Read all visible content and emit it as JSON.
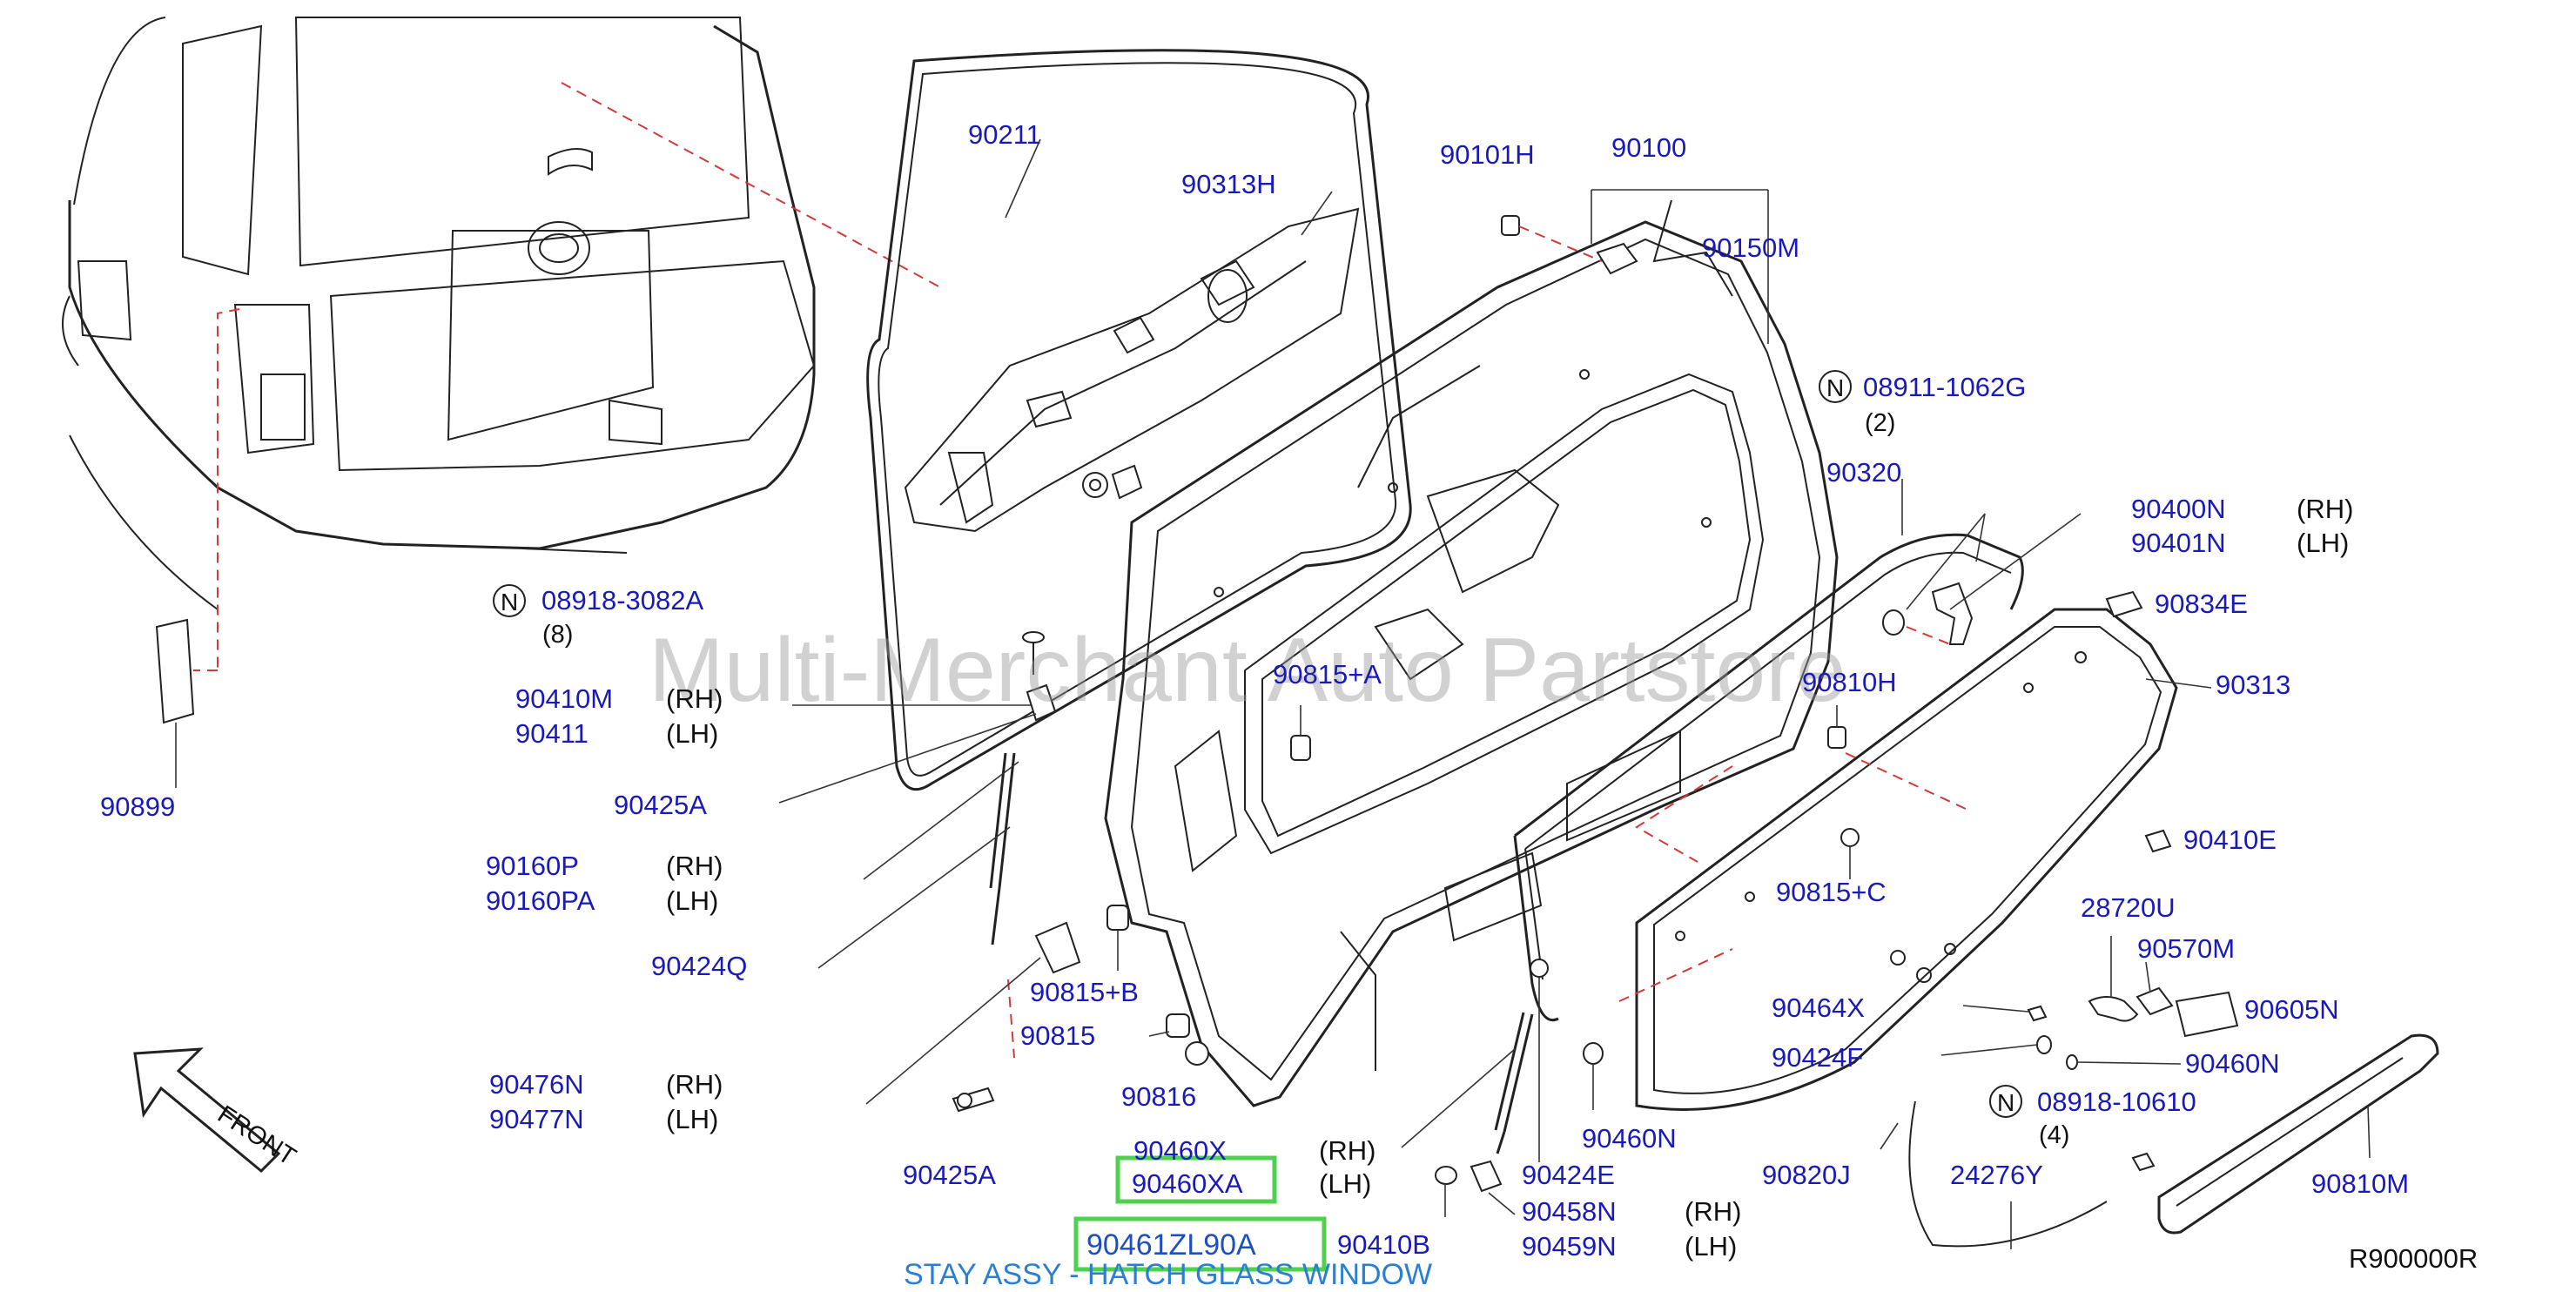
{
  "labels": {
    "p90211": "90211",
    "p90313H": "90313H",
    "p90101H": "90101H",
    "p90100": "90100",
    "p90150M": "90150M",
    "p08911": "08911-1062G",
    "p08911_qty": "(2)",
    "p90320": "90320",
    "p90400N": "90400N",
    "p90400N_side": "(RH)",
    "p90401N": "90401N",
    "p90401N_side": "(LH)",
    "p90834E": "90834E",
    "p90313": "90313",
    "p08918_3082A": "08918-3082A",
    "p08918_3082A_qty": "(8)",
    "p90410M": "90410M",
    "p90410M_side": "(RH)",
    "p90411": "90411",
    "p90411_side": "(LH)",
    "p90815A": "90815+A",
    "p90810H": "90810H",
    "p90899": "90899",
    "p90425A_top": "90425A",
    "p90160P": "90160P",
    "p90160P_side": "(RH)",
    "p90160PA": "90160PA",
    "p90160PA_side": "(LH)",
    "p90815C": "90815+C",
    "p90410E": "90410E",
    "p28720U": "28720U",
    "p90424Q": "90424Q",
    "p90815B": "90815+B",
    "p90570M": "90570M",
    "p90464X": "90464X",
    "p90605N": "90605N",
    "p90815": "90815",
    "p90424F": "90424F",
    "p90460N_right": "90460N",
    "p90476N": "90476N",
    "p90476N_side": "(RH)",
    "p90477N": "90477N",
    "p90477N_side": "(LH)",
    "p90816": "90816",
    "p08918_10610": "08918-10610",
    "p08918_10610_qty": "(4)",
    "p90460N_mid": "90460N",
    "p90460X": "90460X",
    "p90460X_side": "(RH)",
    "p90425A_bottom": "90425A",
    "p90460XA": "90460XA",
    "p90460XA_side": "(LH)",
    "p90424E": "90424E",
    "p90820J": "90820J",
    "p24276Y": "24276Y",
    "p90810M": "90810M",
    "p90458N": "90458N",
    "p90458N_side": "(RH)",
    "p90461ZL90A": "90461ZL90A",
    "p90410B": "90410B",
    "p90459N": "90459N",
    "p90459N_side": "(LH)",
    "ref_code": "R900000R",
    "n_mark": "N"
  },
  "highlight": {
    "frame_color": "#4fd04f"
  },
  "caption": "STAY ASSY - HATCH GLASS WINDOW",
  "watermark": "Multi-Merchant Auto Partstore",
  "front_label": "FRONT"
}
